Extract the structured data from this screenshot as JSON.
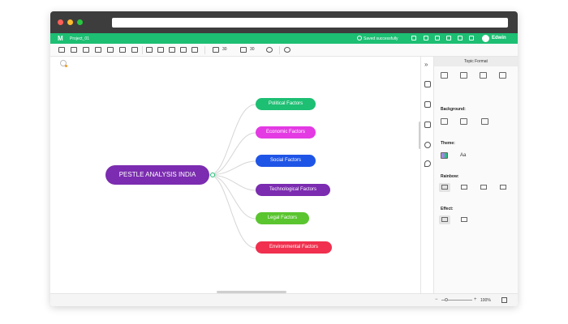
{
  "app": {
    "logo": "M",
    "project_name": "Project_01",
    "saved_status": "Saved successfully",
    "user_name": "Edwin"
  },
  "toolbar": {
    "width_value": "30",
    "height_value": "30"
  },
  "mindmap": {
    "root": "PESTLE ANALYSIS INDIA",
    "root_color": "#7b2cb0",
    "branches": [
      {
        "label": "Political Factors",
        "color": "#1dbf73"
      },
      {
        "label": "Economic Factors",
        "color": "#e33ae3"
      },
      {
        "label": "Social Factors",
        "color": "#1f55e6"
      },
      {
        "label": "Technological Factors",
        "color": "#7b2cb0"
      },
      {
        "label": "Legal Factors",
        "color": "#5ac52f"
      },
      {
        "label": "Environmental Factors",
        "color": "#f0304e"
      }
    ]
  },
  "panel": {
    "title": "Topic Format",
    "background_label": "Background:",
    "theme_label": "Theme:",
    "theme_font_label": "Aa",
    "rainbow_label": "Rainbow:",
    "effect_label": "Effect:"
  },
  "statusbar": {
    "zoom": "100%"
  },
  "colors": {
    "accent": "#1dbf73",
    "chrome": "#3d3d3d"
  }
}
